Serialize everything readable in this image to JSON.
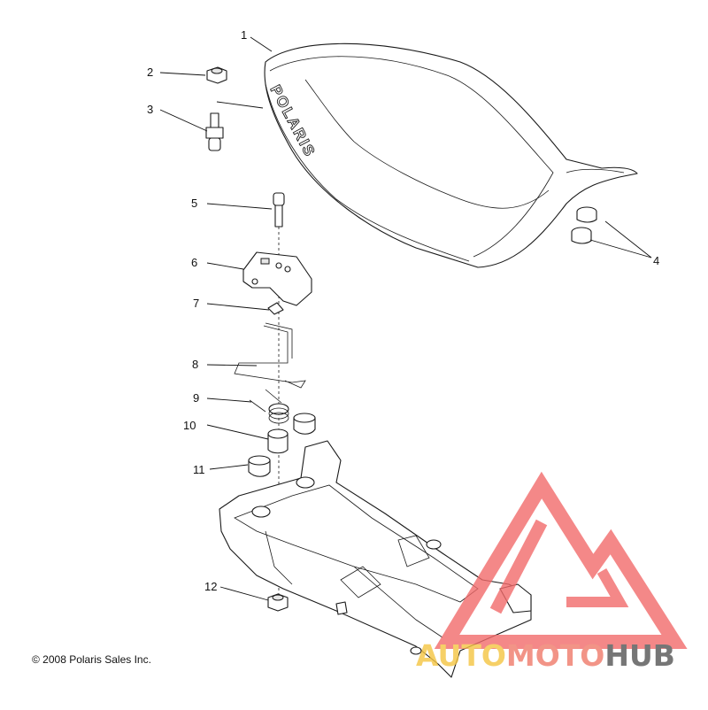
{
  "diagram": {
    "callouts": [
      {
        "id": 1,
        "label": "1"
      },
      {
        "id": 2,
        "label": "2"
      },
      {
        "id": 3,
        "label": "3"
      },
      {
        "id": 4,
        "label": "4"
      },
      {
        "id": 5,
        "label": "5"
      },
      {
        "id": 6,
        "label": "6"
      },
      {
        "id": 7,
        "label": "7"
      },
      {
        "id": 8,
        "label": "8"
      },
      {
        "id": 9,
        "label": "9"
      },
      {
        "id": 10,
        "label": "10"
      },
      {
        "id": 11,
        "label": "11"
      },
      {
        "id": 12,
        "label": "12"
      }
    ],
    "seat_brand": "POLARIS",
    "copyright": "© 2008 Polaris Sales Inc."
  },
  "watermark": {
    "part1": "AUTO",
    "part2": "MOTO",
    "part3": "HUB",
    "colors": {
      "auto": "#f5c542",
      "moto": "#f07a6a",
      "hub": "#555555",
      "logo": "#f26b6b"
    }
  }
}
